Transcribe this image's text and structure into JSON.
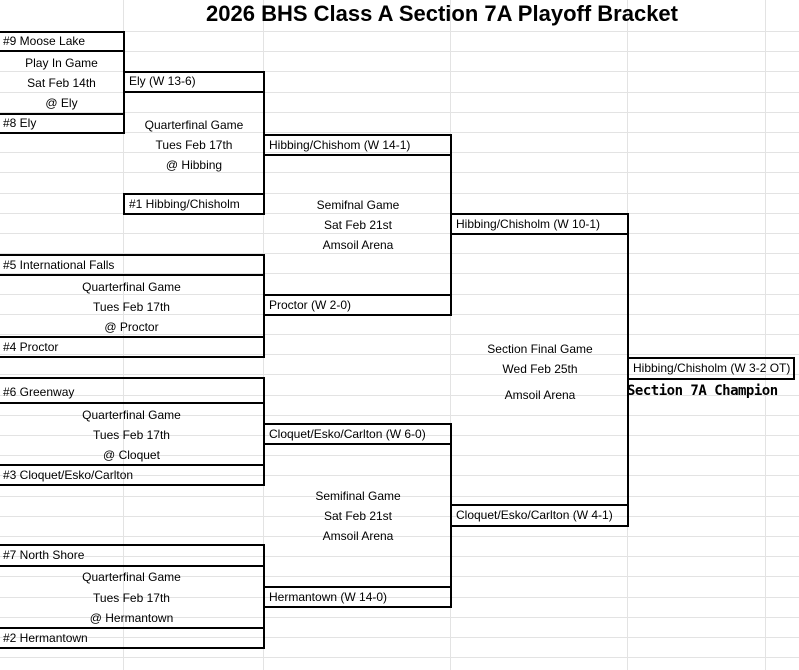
{
  "title": "2026 BHS Class A Section 7A Playoff Bracket",
  "play_in": {
    "team_top": "#9 Moose Lake",
    "team_bottom": "#8 Ely",
    "label": "Play In Game",
    "date": "Sat Feb 14th",
    "site": "@ Ely",
    "winner": "Ely (W 13-6)"
  },
  "qf1": {
    "label": "Quarterfinal Game",
    "date": "Tues Feb 17th",
    "site": "@ Hibbing",
    "seed_team": "#1 Hibbing/Chisholm",
    "winner": "Hibbing/Chishom (W 14-1)"
  },
  "qf2": {
    "team_top": "#5 International Falls",
    "team_bottom": "#4 Proctor",
    "label": "Quarterfinal Game",
    "date": "Tues Feb 17th",
    "site": "@ Proctor",
    "winner": "Proctor (W 2-0)"
  },
  "qf3": {
    "team_top": "#6 Greenway",
    "team_bottom": "#3 Cloquet/Esko/Carlton",
    "label": "Quarterfinal Game",
    "date": "Tues Feb 17th",
    "site": "@ Cloquet",
    "winner": "Cloquet/Esko/Carlton (W 6-0)"
  },
  "qf4": {
    "team_top": "#7 North Shore",
    "team_bottom": "#2 Hermantown",
    "label": "Quarterfinal Game",
    "date": "Tues Feb 17th",
    "site": "@ Hermantown",
    "winner": "Hermantown (W 14-0)"
  },
  "sf1": {
    "label": "Semifnal Game",
    "date": "Sat Feb 21st",
    "site": "Amsoil Arena",
    "winner": "Hibbing/Chisholm (W 10-1)"
  },
  "sf2": {
    "label": "Semifinal Game",
    "date": "Sat Feb 21st",
    "site": "Amsoil Arena",
    "winner": "Cloquet/Esko/Carlton (W 4-1)"
  },
  "final": {
    "label": "Section Final Game",
    "date": "Wed Feb 25th",
    "site": "Amsoil Arena",
    "winner": "Hibbing/Chisholm (W 3-2 OT)",
    "champion_label": "Section 7A Champion"
  },
  "colors": {
    "gridline": "#e3e3e3",
    "line": "#000000"
  }
}
